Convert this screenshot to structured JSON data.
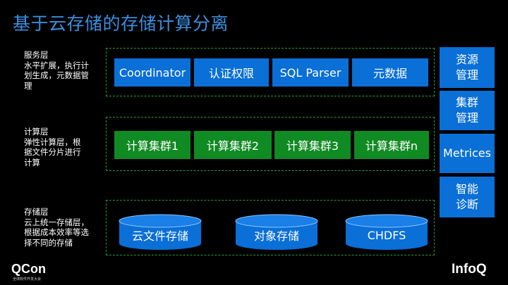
{
  "title": "基于云存储的存储计算分离",
  "layers": {
    "service": {
      "lines": [
        "服务层",
        "水平扩展，执行计",
        "划生成，元数据管",
        "理"
      ]
    },
    "compute": {
      "lines": [
        "计算层",
        "弹性计算层，根",
        "据文件分片进行",
        "计算"
      ]
    },
    "storage": {
      "lines": [
        "存储层",
        "云上统一存储层，",
        "根据成本效率等选",
        "择不同的存储"
      ]
    }
  },
  "service_items": [
    "Coordinator",
    "认证权限",
    "SQL Parser",
    "元数据"
  ],
  "compute_items": [
    "计算集群1",
    "计算集群2",
    "计算集群3",
    "计算集群n"
  ],
  "storage_items": [
    "云文件存储",
    "对象存储",
    "CHDFS"
  ],
  "side_items": [
    {
      "lines": [
        "资源",
        "管理"
      ]
    },
    {
      "lines": [
        "集群",
        "管理"
      ]
    },
    {
      "lines": [
        "Metrices"
      ]
    },
    {
      "lines": [
        "智能",
        "诊断"
      ]
    }
  ],
  "logos": {
    "qcon": "QCon",
    "qcon_sub": "全球软件开发大会",
    "infoq": "InfoQ"
  },
  "colors": {
    "title": "#3a8fe0",
    "blue_box": "#0a6fd6",
    "green_box": "#108a22",
    "dashed_border": "#2a9a3a",
    "cylinder": "#0a6fd6"
  }
}
